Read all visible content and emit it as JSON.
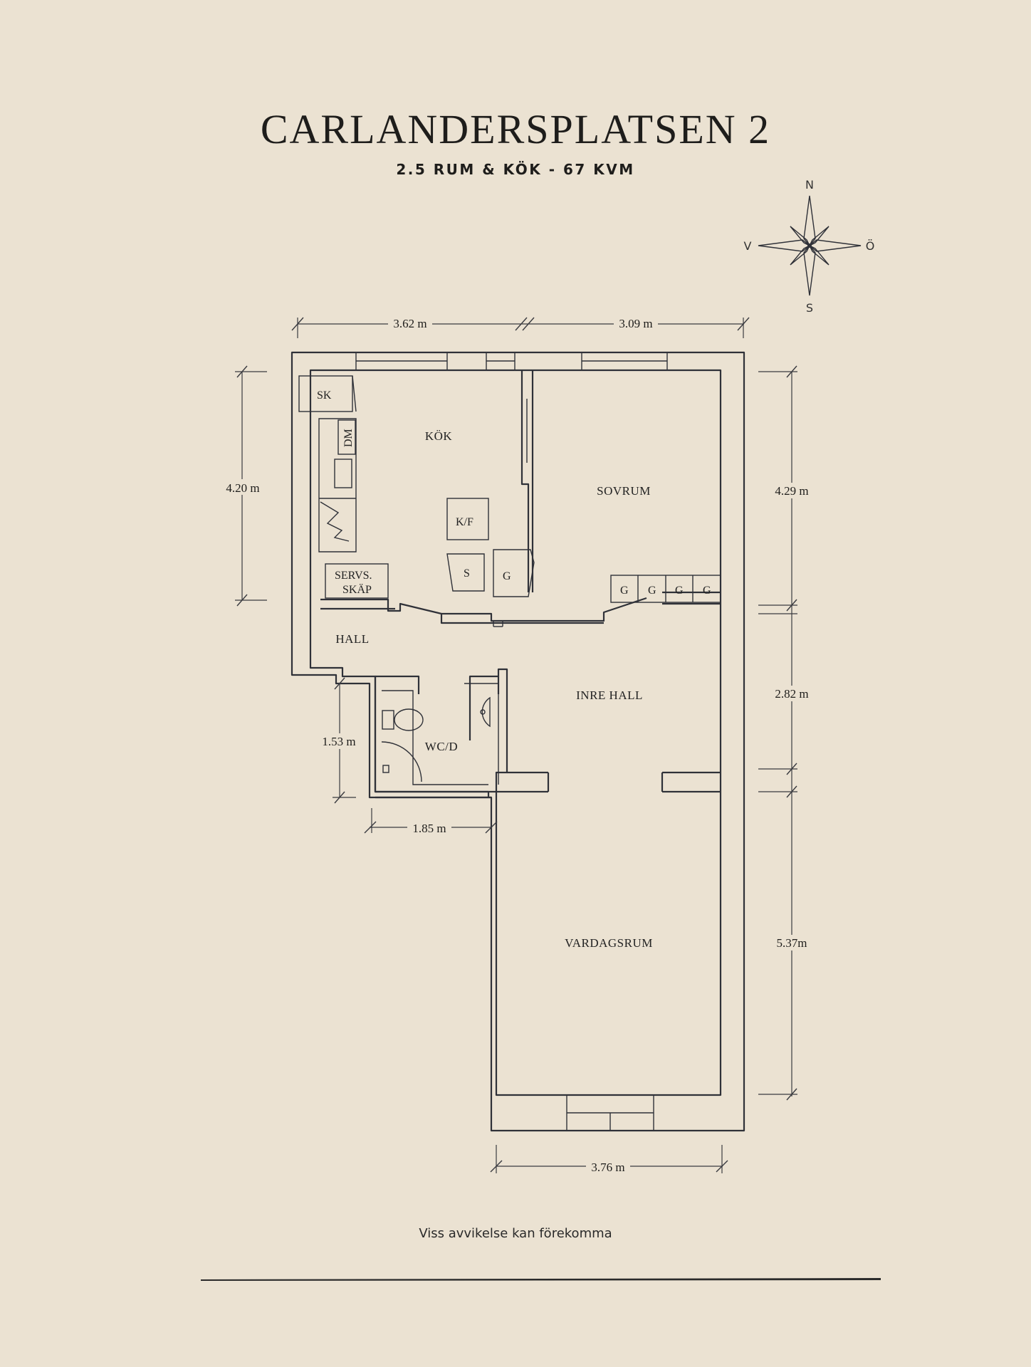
{
  "header": {
    "title": "CARLANDERSPLATSEN 2",
    "subtitle": "2.5 RUM & KÖK  -  67 KVM"
  },
  "compass": {
    "north": "N",
    "south": "S",
    "west": "V",
    "east": "Ö"
  },
  "rooms": {
    "kitchen": "KÖK",
    "bedroom": "SOVRUM",
    "hall": "HALL",
    "inner_hall": "INRE HALL",
    "bathroom": "WC/D",
    "living_room": "VARDAGSRUM"
  },
  "fixtures": {
    "sk": "SK",
    "dm": "DM",
    "kf": "K/F",
    "sink": "S",
    "g": "G",
    "service_line1": "SERVS.",
    "service_line2": "SKÄP"
  },
  "dimensions": {
    "top_left": "3.62 m",
    "top_right": "3.09 m",
    "left_kitchen": "4.20 m",
    "right_bedroom": "4.29 m",
    "right_inner_hall": "2.82 m",
    "left_bathroom": "1.53 m",
    "bathroom_width": "1.85 m",
    "right_living": "5.37m",
    "bottom_living": "3.76 m"
  },
  "footer": {
    "note": "Viss avvikelse kan förekomma"
  },
  "colors": {
    "background": "#ebe2d2",
    "ink": "#2f3138"
  }
}
